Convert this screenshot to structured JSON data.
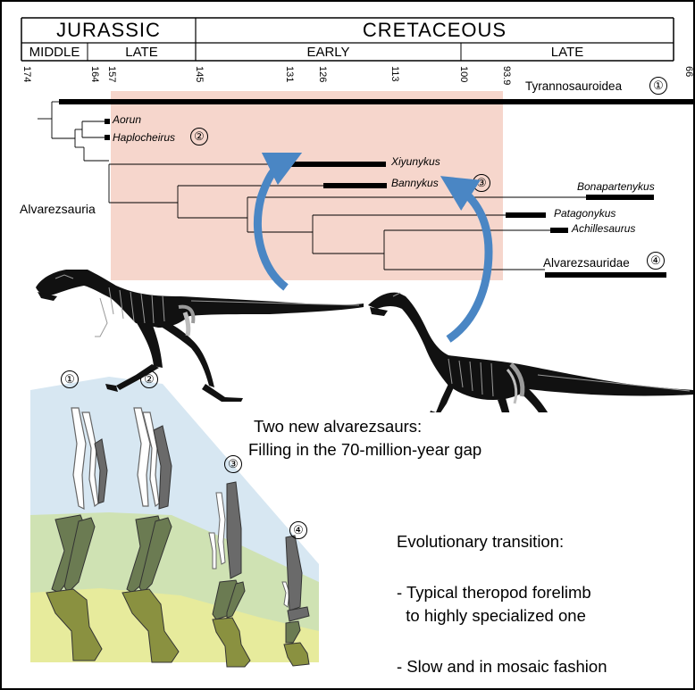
{
  "timescale": {
    "periods": [
      {
        "label": "JURASSIC"
      },
      {
        "label": "CRETACEOUS"
      }
    ],
    "epochs": [
      {
        "label": "MIDDLE"
      },
      {
        "label": "LATE"
      },
      {
        "label": "EARLY"
      },
      {
        "label": "LATE"
      }
    ],
    "ticks": [
      "174",
      "164",
      "157",
      "145",
      "131",
      "126",
      "113",
      "100",
      "93.9",
      "66"
    ]
  },
  "cladogram": {
    "group_label": "Alvarezsauria",
    "taxa": {
      "tyrannosauroidea": "Tyrannosauroidea",
      "aorun": "Aorun",
      "haplocheirus": "Haplocheirus",
      "xiyunykus": "Xiyunykus",
      "bannykus": "Bannykus",
      "bonapartenykus": "Bonapartenykus",
      "patagonykus": "Patagonykus",
      "achillesaurus": "Achillesaurus",
      "alvarezsauridae": "Alvarezsauridae"
    },
    "markers": [
      "①",
      "②",
      "③",
      "④"
    ]
  },
  "forelimbs": {
    "markers": [
      "①",
      "②",
      "③",
      "④"
    ]
  },
  "headline": {
    "line1": "Two new alvarezsaurs:",
    "line2": "Filling in the 70-million-year gap"
  },
  "transition": {
    "title": "Evolutionary transition:",
    "point1_line1": "- Typical theropod forelimb",
    "point1_line2": "  to highly specialized one",
    "point2": "- Slow and in mosaic fashion"
  },
  "colors": {
    "highlight": "#f6d6cc",
    "arrow": "#4a86c4",
    "bar": "#000000",
    "skeleton_body": "#111111",
    "skeleton_bone": "#8c8c8c",
    "band_blue": "#d7e7f2",
    "band_green": "#cfe2b3",
    "band_yellow": "#e7eb9c"
  }
}
